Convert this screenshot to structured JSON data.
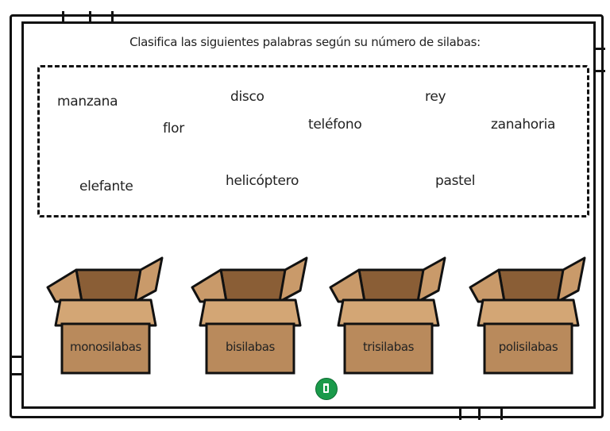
{
  "worksheet": {
    "title": "Clasifica las siguientes palabras según su número de silabas:",
    "words": [
      "manzana",
      "disco",
      "rey",
      "flor",
      "teléfono",
      "zanahoria",
      "elefante",
      "helicóptero",
      "pastel"
    ],
    "boxes": [
      "monosilabas",
      "bisilabas",
      "trisilabas",
      "polisilabas"
    ]
  },
  "colors": {
    "box_front": "#b98a5c",
    "box_side": "#c99a6a",
    "box_inner": "#8a5e36",
    "outline": "#111111",
    "logo": "#1a9a4a"
  }
}
